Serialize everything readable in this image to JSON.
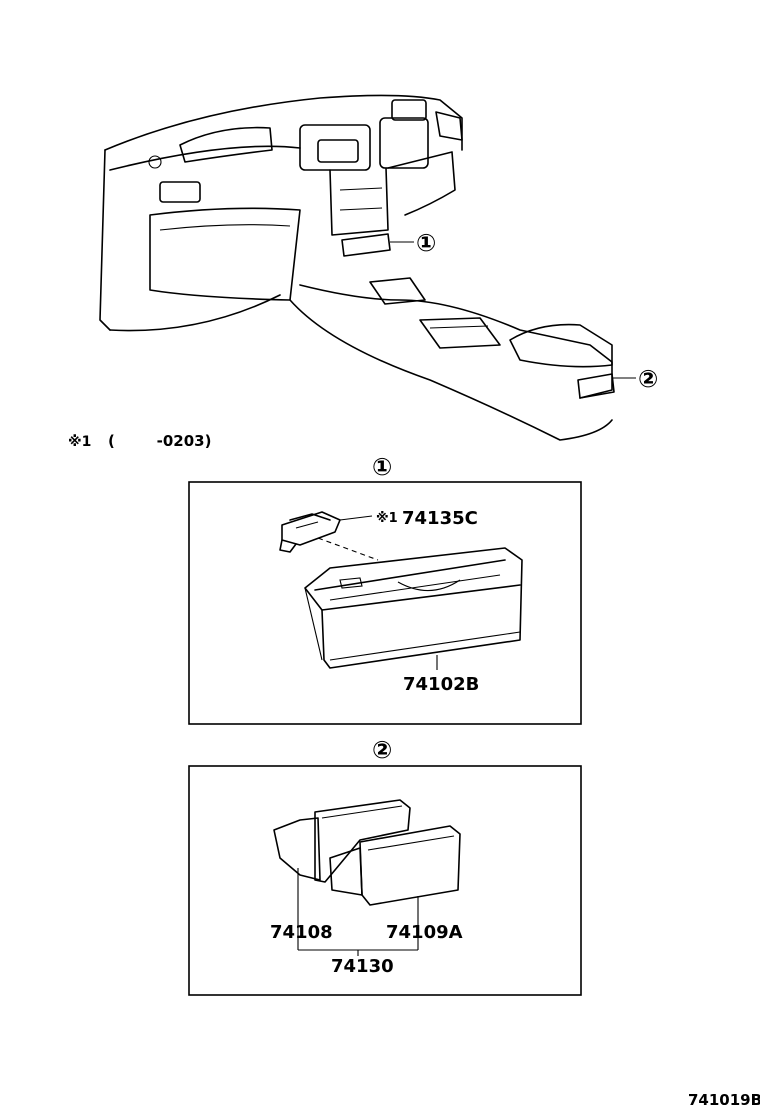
{
  "callouts": {
    "c1": "①",
    "c2": "②"
  },
  "footnote": {
    "mark": "※1",
    "range": "(        -0203)"
  },
  "panel1": {
    "title": "①",
    "part_bracket": "74135C",
    "part_bracket_mark": "※1",
    "part_box": "74102B"
  },
  "panel2": {
    "title": "②",
    "part_left": "74108",
    "part_right": "74109A",
    "part_assembly": "74130"
  },
  "diagram_code": "741019B"
}
